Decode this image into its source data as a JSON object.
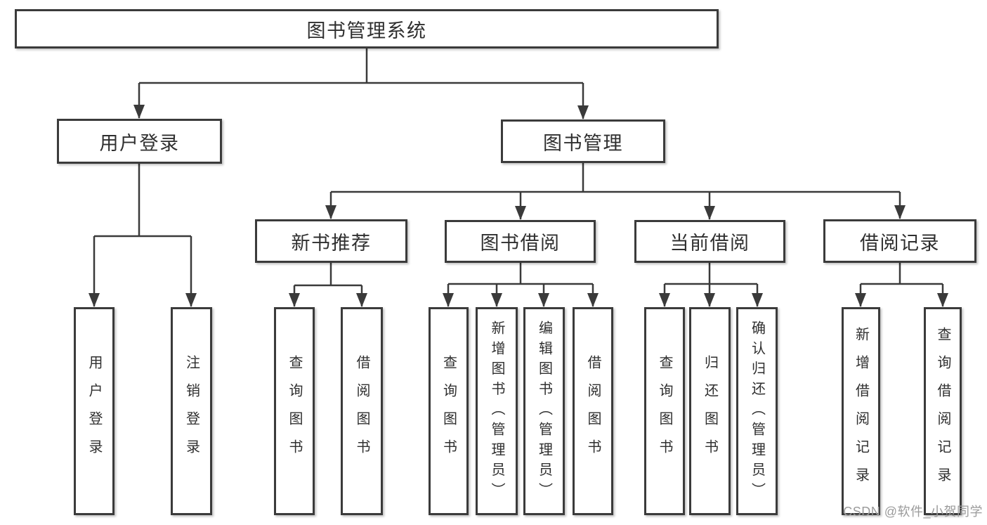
{
  "tree": {
    "root": "图书管理系统",
    "level2": [
      {
        "label": "用户登录",
        "children": [
          "用户登录",
          "注销登录"
        ]
      },
      {
        "label": "图书管理"
      }
    ],
    "level3": [
      {
        "label": "新书推荐",
        "children": [
          "查询图书",
          "借阅图书"
        ]
      },
      {
        "label": "图书借阅",
        "children": [
          "查询图书",
          "新增图书（管理员）",
          "编辑图书（管理员）",
          "借阅图书"
        ]
      },
      {
        "label": "当前借阅",
        "children": [
          "查询图书",
          "归还图书",
          "确认归还（管理员）"
        ]
      },
      {
        "label": "借阅记录",
        "children": [
          "新增借阅记录",
          "查询借阅记录"
        ]
      }
    ]
  },
  "watermark": {
    "text": "CSDN @软件_小贺同学"
  },
  "colors": {
    "line": "#3a3a3a",
    "border": "#3b3b3b",
    "text": "#2f2f2f",
    "box_fill": "#ffffff",
    "background": "#ffffff",
    "watermark": "#9b9b9b"
  }
}
